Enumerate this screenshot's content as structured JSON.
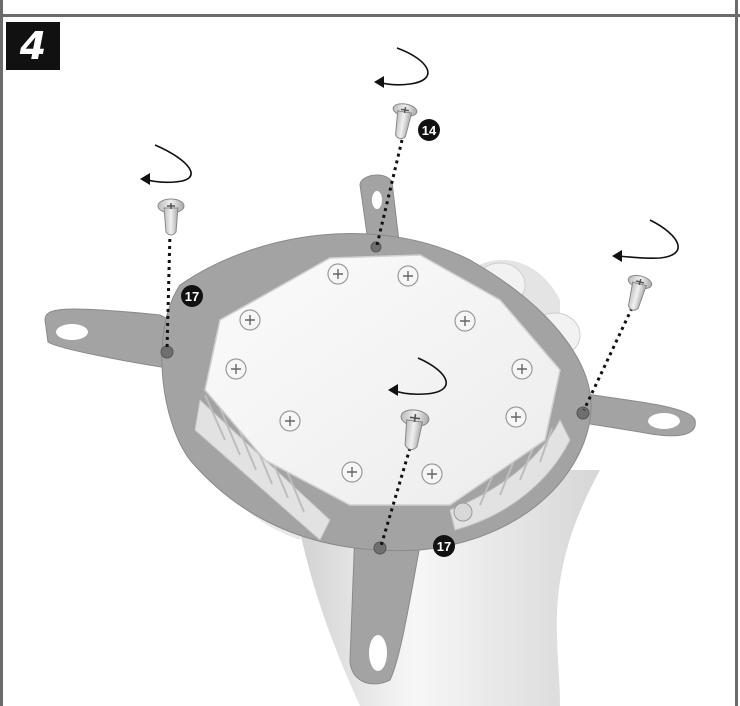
{
  "step": {
    "number": "4"
  },
  "callouts": [
    {
      "id": "screw-top",
      "label": "14"
    },
    {
      "id": "screw-left",
      "label": "17"
    },
    {
      "id": "screw-front",
      "label": "17"
    }
  ],
  "colors": {
    "frame": "#6b6b6b",
    "badge": "#111111",
    "bracket": "#9a9a9a",
    "plate": "#f4f4f4",
    "callout": "#111111"
  }
}
